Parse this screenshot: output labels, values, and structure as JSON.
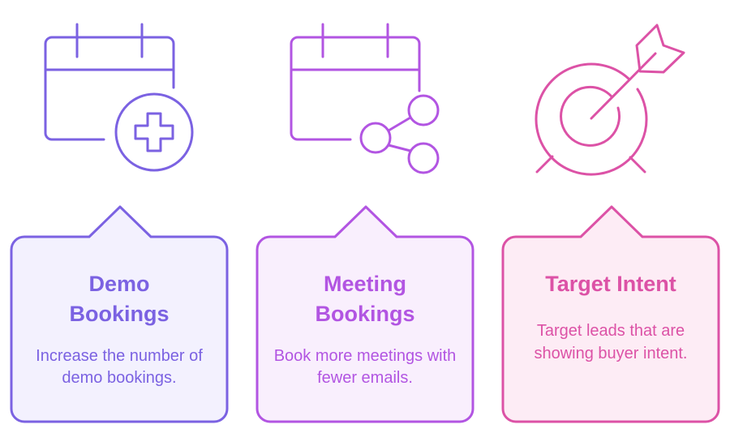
{
  "colors": {
    "purple": "#7b62e2",
    "violet": "#b255e2",
    "pink": "#dc52a6"
  },
  "cards": [
    {
      "icon": "calendar-plus-icon",
      "title_line1": "Demo",
      "title_line2": "Bookings",
      "desc": "Increase the number of demo bookings."
    },
    {
      "icon": "calendar-share-icon",
      "title_line1": "Meeting",
      "title_line2": "Bookings",
      "desc": "Book more meetings with fewer emails."
    },
    {
      "icon": "target-arrow-icon",
      "title_line1": "Target Intent",
      "title_line2": "",
      "desc": "Target leads that are showing buyer intent."
    }
  ]
}
